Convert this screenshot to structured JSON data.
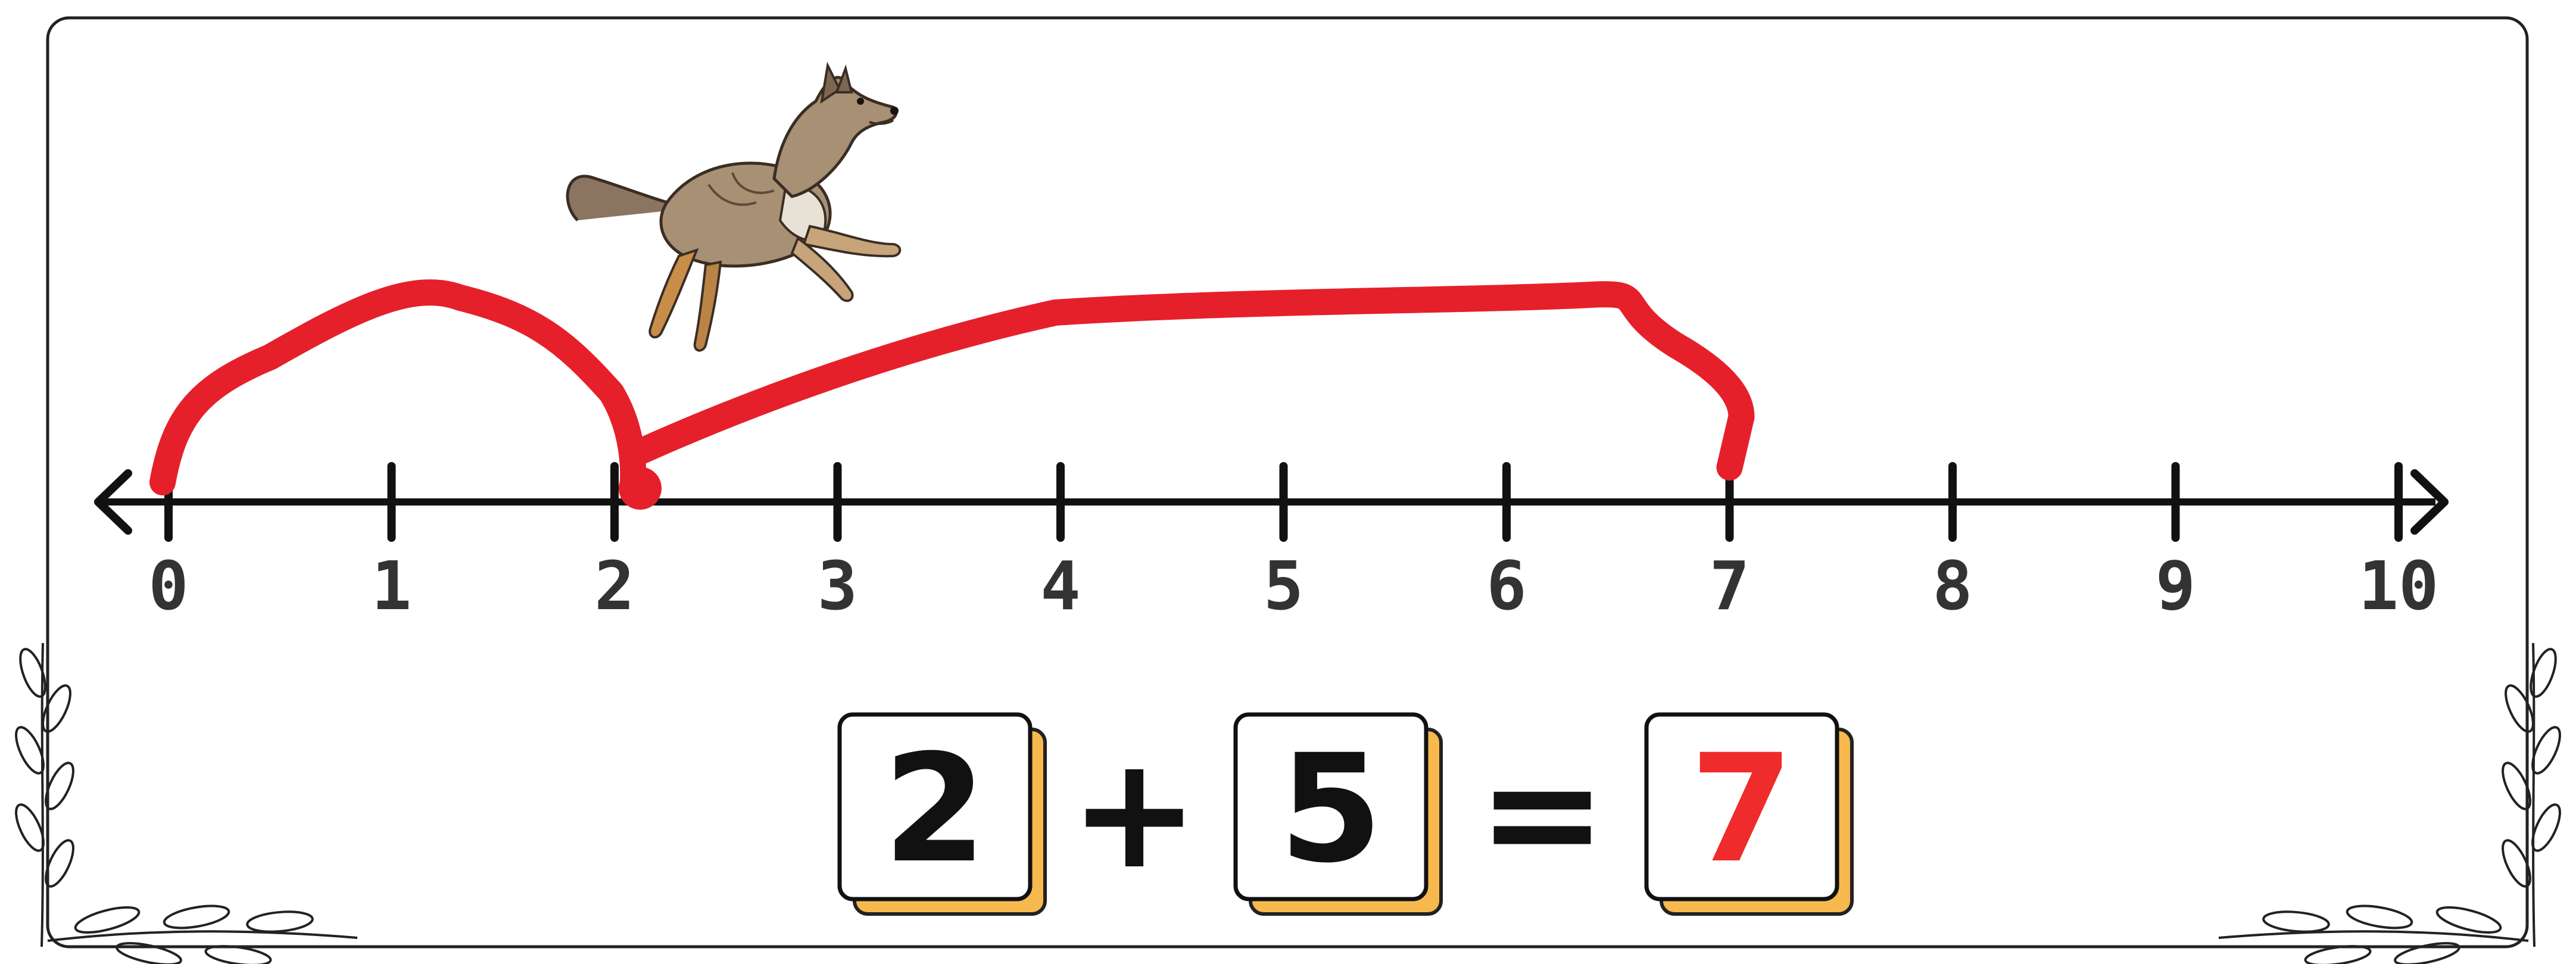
{
  "number_line": {
    "min": 0,
    "max": 10,
    "tick_labels": [
      "0",
      "1",
      "2",
      "3",
      "4",
      "5",
      "6",
      "7",
      "8",
      "9",
      "10"
    ]
  },
  "jumps": [
    {
      "from": 0,
      "to": 2
    },
    {
      "from": 2,
      "to": 7
    }
  ],
  "equation": {
    "addend1": "2",
    "plus": "+",
    "addend2": "5",
    "equals": "=",
    "sum": "7"
  },
  "colors": {
    "jump_arc": "#e5202a",
    "line": "#111111",
    "tile_shadow": "#f7b94e",
    "sum_text": "#ef2b2b",
    "tick_labels": "#333333"
  },
  "icons": [
    "wolf-illustration",
    "leaf-branch-decoration"
  ]
}
